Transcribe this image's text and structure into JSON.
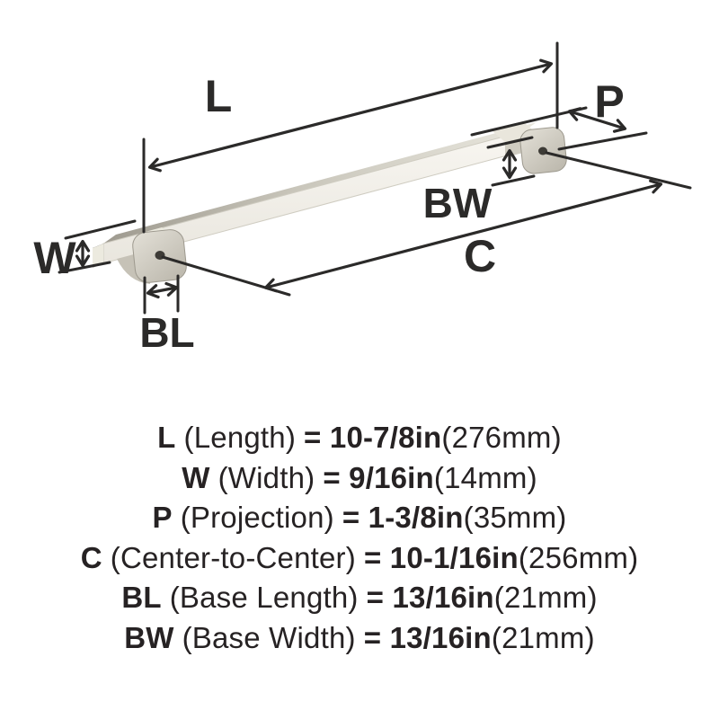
{
  "diagram": {
    "labels": {
      "L": "L",
      "P": "P",
      "W": "W",
      "BW": "BW",
      "C": "C",
      "BL": "BL"
    },
    "colors": {
      "line": "#2b2a29",
      "text": "#262223",
      "metal_highlight": "#f7f5f0",
      "metal_light": "#e9e6dc",
      "metal_mid": "#cfccc1",
      "metal_dark": "#a39f93",
      "screw_hole": "#3d3b36"
    }
  },
  "specs": [
    {
      "symbol": "L",
      "label": "(Length)",
      "value": "= 10-7/8in",
      "metric": "(276mm)"
    },
    {
      "symbol": "W",
      "label": "(Width)",
      "value": "= 9/16in",
      "metric": "(14mm)"
    },
    {
      "symbol": "P",
      "label": "(Projection)",
      "value": "= 1-3/8in",
      "metric": "(35mm)"
    },
    {
      "symbol": "C",
      "label": "(Center-to-Center)",
      "value": "= 10-1/16in",
      "metric": "(256mm)"
    },
    {
      "symbol": "BL",
      "label": "(Base Length)",
      "value": "= 13/16in",
      "metric": "(21mm)"
    },
    {
      "symbol": "BW",
      "label": "(Base Width)",
      "value": "= 13/16in",
      "metric": "(21mm)"
    }
  ]
}
